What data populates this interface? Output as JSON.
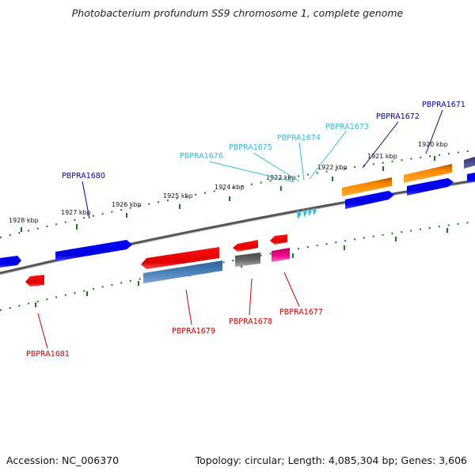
{
  "title": "Photobacterium profundum SS9 chromosome 1, complete genome",
  "footer": {
    "accession": "Accession: NC_006370",
    "summary": "Topology: circular; Length: 4,085,304 bp; Genes: 3,606"
  },
  "scale_labels": [
    "1928 kbp",
    "1927 kbp",
    "1926 kbp",
    "1925 kbp",
    "1924 kbp",
    "1923 kbp",
    "1922 kbp",
    "1921 kbp",
    "1920 kbp"
  ],
  "genes": {
    "PBPRA1671": "PBPRA1671",
    "PBPRA1672": "PBPRA1672",
    "PBPRA1673": "PBPRA1673",
    "PBPRA1674": "PBPRA1674",
    "PBPRA1675": "PBPRA1675",
    "PBPRA1676": "PBPRA1676",
    "PBPRA1677": "PBPRA1677",
    "PBPRA1678": "PBPRA1678",
    "PBPRA1679": "PBPRA1679",
    "PBPRA1680": "PBPRA1680",
    "PBPRA1681": "PBPRA1681"
  },
  "colors": {
    "forward_label": "#00009b",
    "forward_light_label": "#33bbdd",
    "reverse_label": "#cc0000",
    "blue": "#0000ee",
    "red": "#ee0000",
    "orange": "#ff8800",
    "steelblue": "#4a7fb8",
    "gray": "#666666",
    "magenta": "#ee0088",
    "tick_green": "#1a7a1a"
  }
}
